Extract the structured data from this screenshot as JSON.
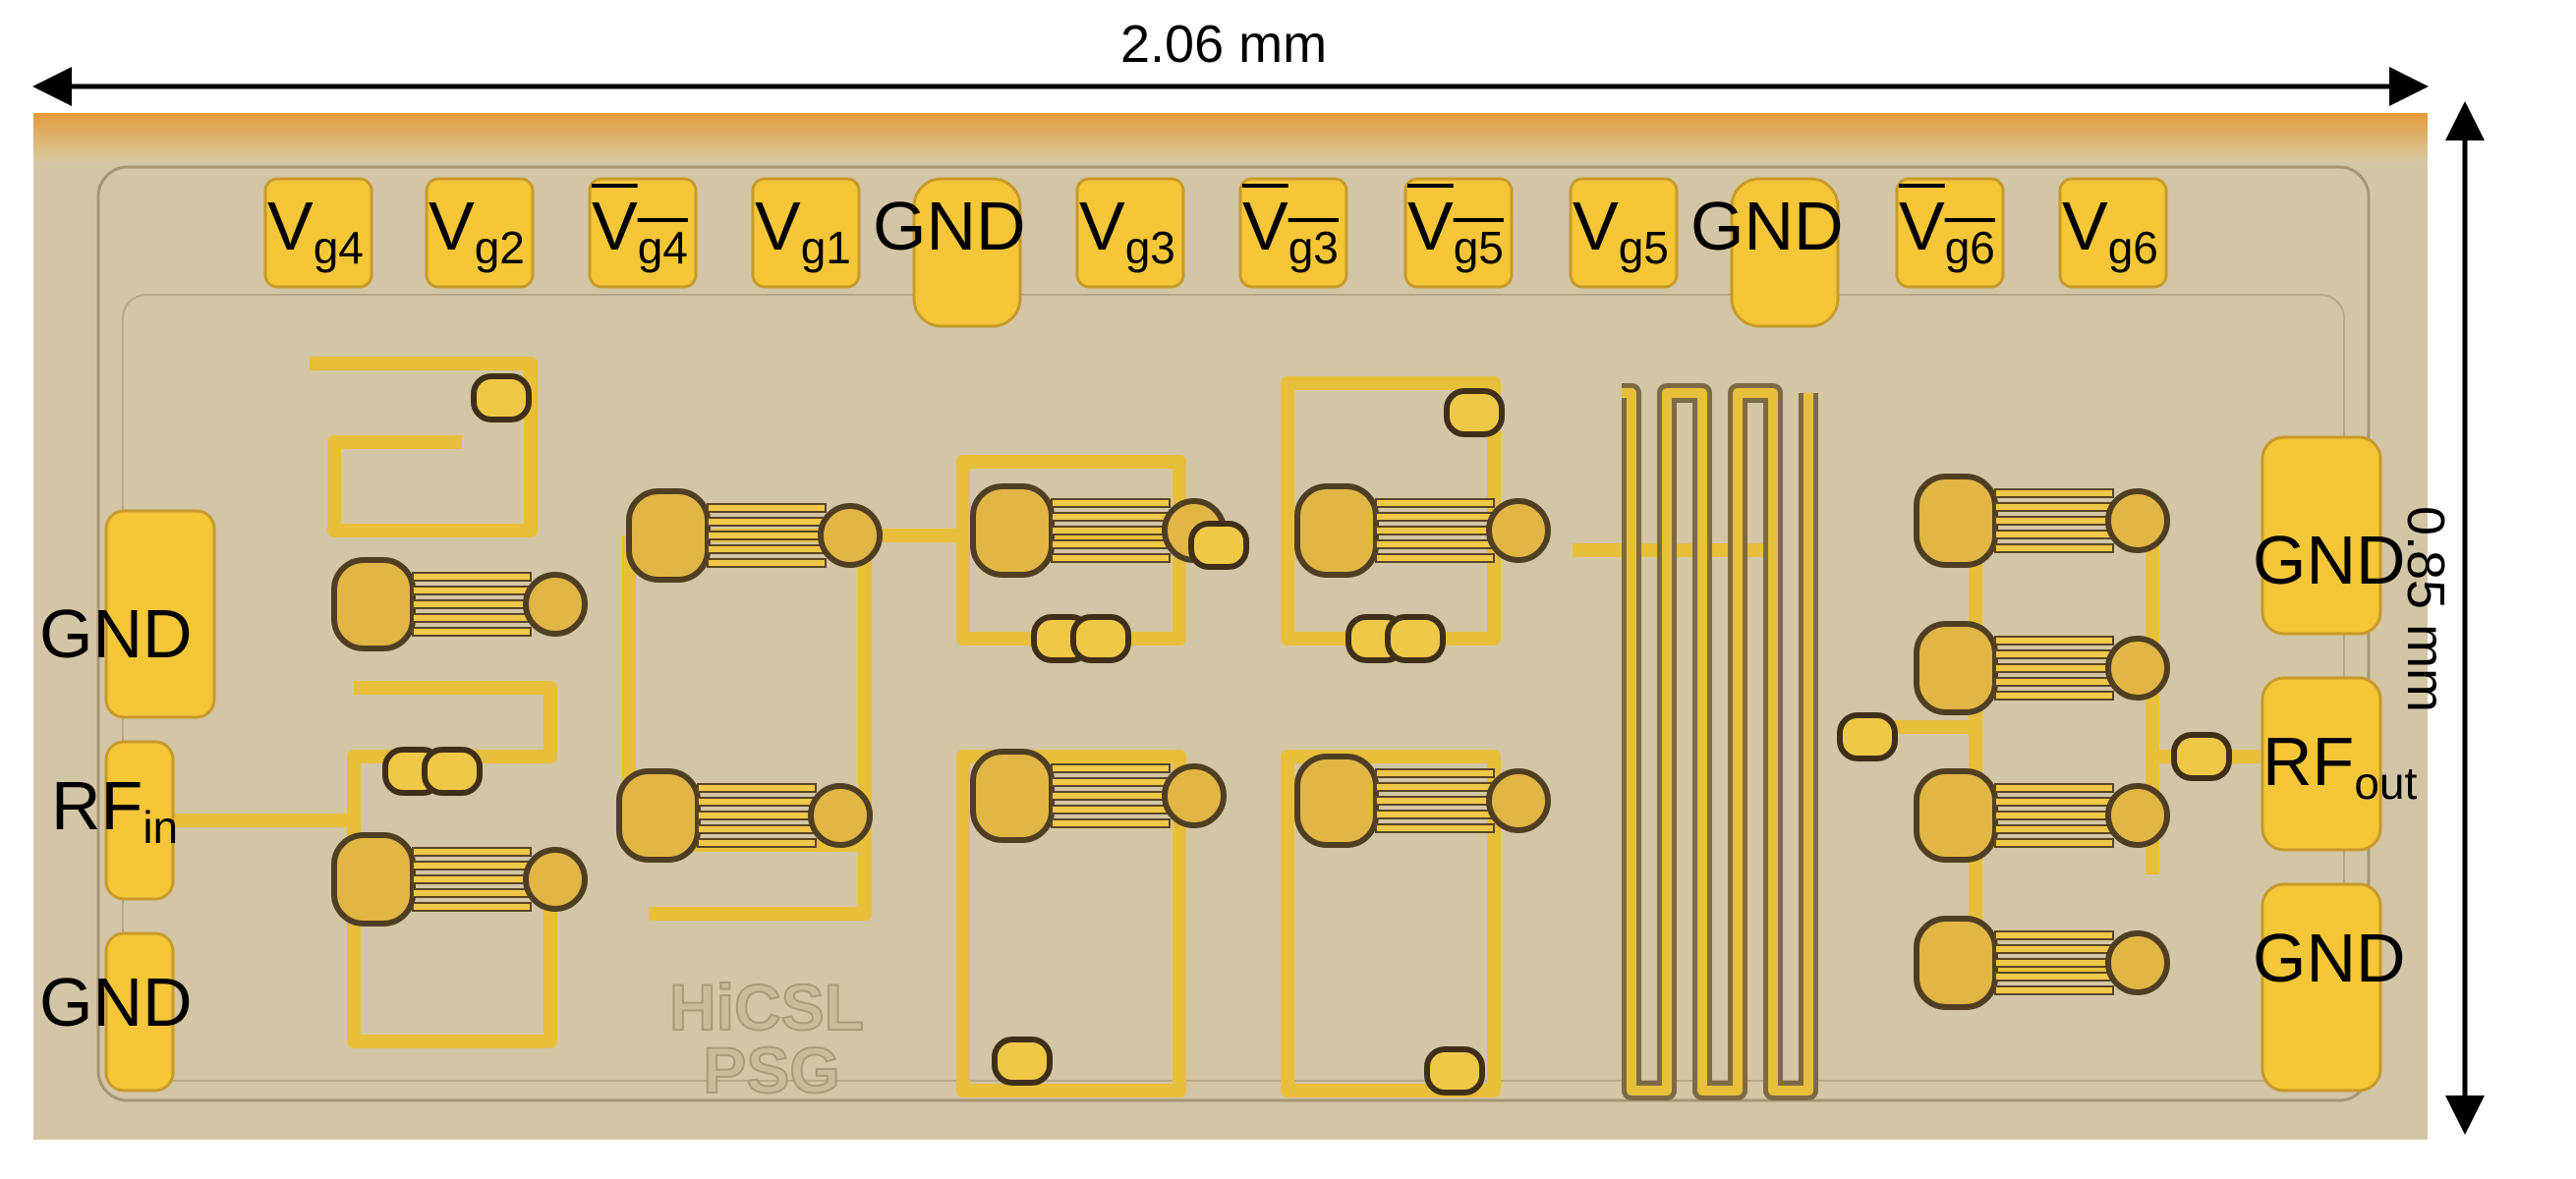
{
  "dimensions": {
    "width": "2.06 mm",
    "height": "0.85 mm"
  },
  "top_pads": [
    {
      "id": "vg4",
      "main": "V",
      "sub": "g4",
      "overline": false
    },
    {
      "id": "vg2",
      "main": "V",
      "sub": "g2",
      "overline": false
    },
    {
      "id": "vg4-bar",
      "main": "V",
      "sub": "g4",
      "overline": true
    },
    {
      "id": "vg1",
      "main": "V",
      "sub": "g1",
      "overline": false
    },
    {
      "id": "gnd-top-1",
      "main": "GND",
      "sub": "",
      "overline": false
    },
    {
      "id": "vg3",
      "main": "V",
      "sub": "g3",
      "overline": false
    },
    {
      "id": "vg3-bar",
      "main": "V",
      "sub": "g3",
      "overline": true
    },
    {
      "id": "vg5-bar",
      "main": "V",
      "sub": "g5",
      "overline": true
    },
    {
      "id": "vg5",
      "main": "V",
      "sub": "g5",
      "overline": false
    },
    {
      "id": "gnd-top-2",
      "main": "GND",
      "sub": "",
      "overline": false
    },
    {
      "id": "vg6-bar",
      "main": "V",
      "sub": "g6",
      "overline": true
    },
    {
      "id": "vg6",
      "main": "V",
      "sub": "g6",
      "overline": false
    }
  ],
  "left_pads": {
    "gnd_top": "GND",
    "rf_in_main": "RF",
    "rf_in_sub": "in",
    "gnd_bottom": "GND"
  },
  "right_pads": {
    "gnd_top": "GND",
    "rf_out_main": "RF",
    "rf_out_sub": "out",
    "gnd_bottom": "GND"
  },
  "die_marking": {
    "line1": "HiCSL",
    "line2": "PSG"
  },
  "colors": {
    "die": "#d3c6a6",
    "pad_gold": "#f4c638",
    "trace_gold": "#e8bf3a",
    "trace_outline": "#7d6a45",
    "die_edge": "#e2a545"
  }
}
